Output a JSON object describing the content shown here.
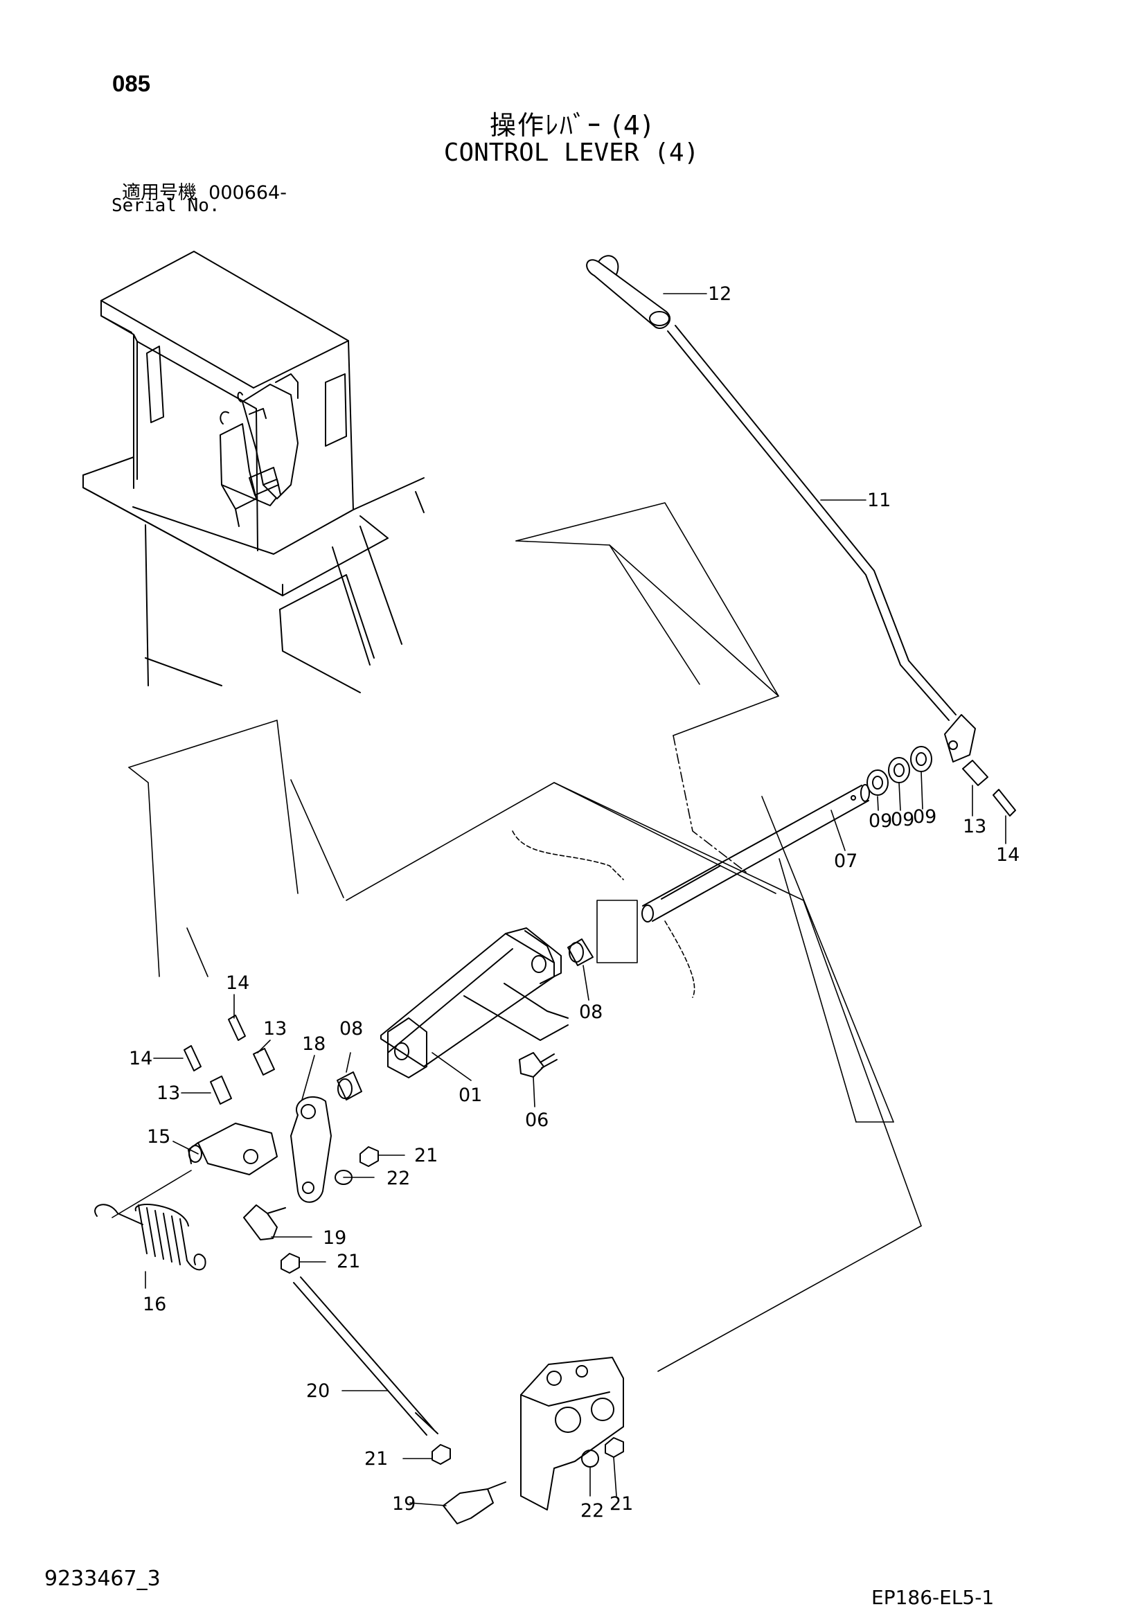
{
  "page": {
    "page_number": "085",
    "title_jp": "操作ﾚﾊﾞｰ (4)",
    "title_en": "CONTROL LEVER (4)",
    "serial_label_jp": "適用号機  000664-",
    "serial_label_en": "Serial No.",
    "drawing_number": "9233467_3",
    "sheet_code": "EP186-EL5-1"
  },
  "callouts": [
    {
      "id": "c12",
      "label": "12"
    },
    {
      "id": "c11",
      "label": "11"
    },
    {
      "id": "c09a",
      "label": "09"
    },
    {
      "id": "c09b",
      "label": "09"
    },
    {
      "id": "c09c",
      "label": "09"
    },
    {
      "id": "c13a",
      "label": "13"
    },
    {
      "id": "c14a",
      "label": "14"
    },
    {
      "id": "c07",
      "label": "07"
    },
    {
      "id": "c08a",
      "label": "08"
    },
    {
      "id": "c14b",
      "label": "14"
    },
    {
      "id": "c13b",
      "label": "13"
    },
    {
      "id": "c18",
      "label": "18"
    },
    {
      "id": "c08b",
      "label": "08"
    },
    {
      "id": "c14c",
      "label": "14"
    },
    {
      "id": "c13c",
      "label": "13"
    },
    {
      "id": "c01",
      "label": "01"
    },
    {
      "id": "c06",
      "label": "06"
    },
    {
      "id": "c15",
      "label": "15"
    },
    {
      "id": "c21a",
      "label": "21"
    },
    {
      "id": "c22a",
      "label": "22"
    },
    {
      "id": "c19a",
      "label": "19"
    },
    {
      "id": "c21b",
      "label": "21"
    },
    {
      "id": "c16",
      "label": "16"
    },
    {
      "id": "c20",
      "label": "20"
    },
    {
      "id": "c21c",
      "label": "21"
    },
    {
      "id": "c19b",
      "label": "19"
    },
    {
      "id": "c22b",
      "label": "22"
    },
    {
      "id": "c21d",
      "label": "21"
    }
  ]
}
